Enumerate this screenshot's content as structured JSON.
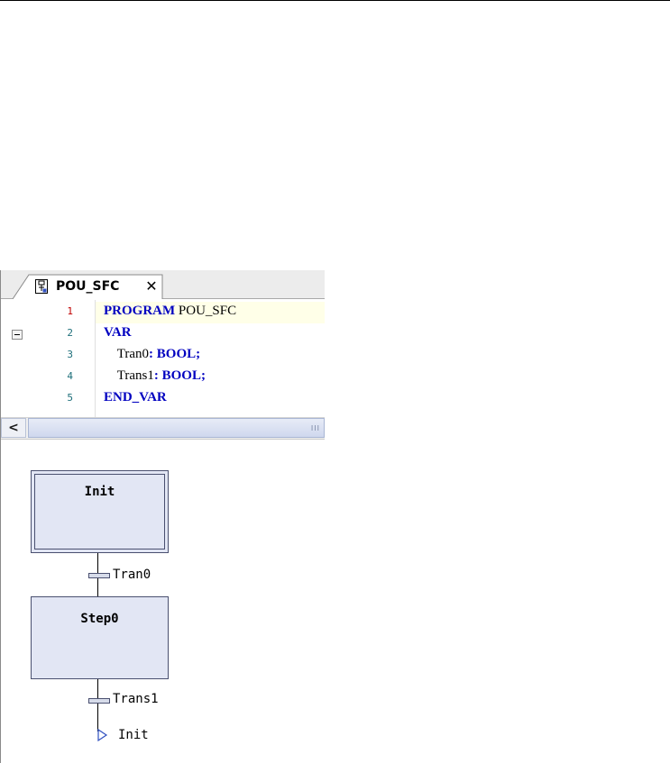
{
  "tab": {
    "label": "POU_SFC",
    "close": "✕"
  },
  "code": {
    "lines": [
      {
        "num": "1",
        "parts": [
          {
            "kw": "PROGRAM"
          },
          {
            "txt": " POU_SFC"
          }
        ]
      },
      {
        "num": "2",
        "parts": [
          {
            "kw": "VAR"
          }
        ]
      },
      {
        "num": "3",
        "parts": [
          {
            "txt": "    Tran0"
          },
          {
            "kw": ": BOOL;"
          }
        ]
      },
      {
        "num": "4",
        "parts": [
          {
            "txt": "    Trans1"
          },
          {
            "kw": ": BOOL;"
          }
        ]
      },
      {
        "num": "5",
        "parts": [
          {
            "kw": "END_VAR"
          }
        ]
      }
    ]
  },
  "scrollbar": {
    "left_arrow": "<",
    "grip": "III"
  },
  "sfc": {
    "steps": [
      {
        "name": "Init",
        "initial": true
      },
      {
        "name": "Step0",
        "initial": false
      }
    ],
    "transitions": [
      "Tran0",
      "Trans1"
    ],
    "jump": "Init"
  },
  "colors": {
    "keyword": "#0000c0",
    "step_fill": "#e2e6f4",
    "current_line": "#ffffe8"
  }
}
